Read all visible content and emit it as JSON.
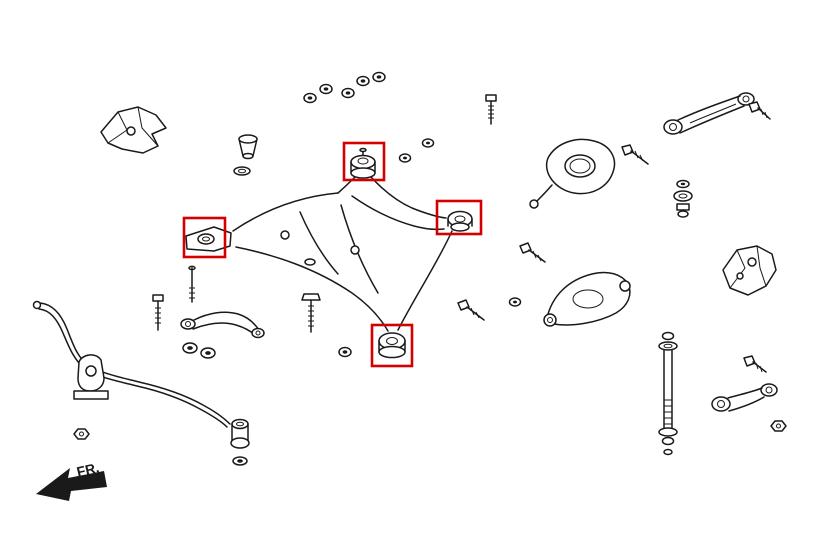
{
  "labels": {
    "fr": "FR."
  },
  "colors": {
    "line": "#1a1a1a",
    "highlight": "#d40000",
    "background": "#ffffff"
  },
  "diagram": {
    "type": "exploded-parts-line-drawing",
    "subject": "rear subframe and suspension components with four bushing locations highlighted",
    "highlighted_parts": [
      {
        "name": "subframe-top-center-bushing"
      },
      {
        "name": "subframe-left-mount-bushing"
      },
      {
        "name": "subframe-right-mount-bushing"
      },
      {
        "name": "subframe-bottom-center-bushing"
      }
    ],
    "direction_indicator": "arrow pointing front-left labeled FR."
  }
}
